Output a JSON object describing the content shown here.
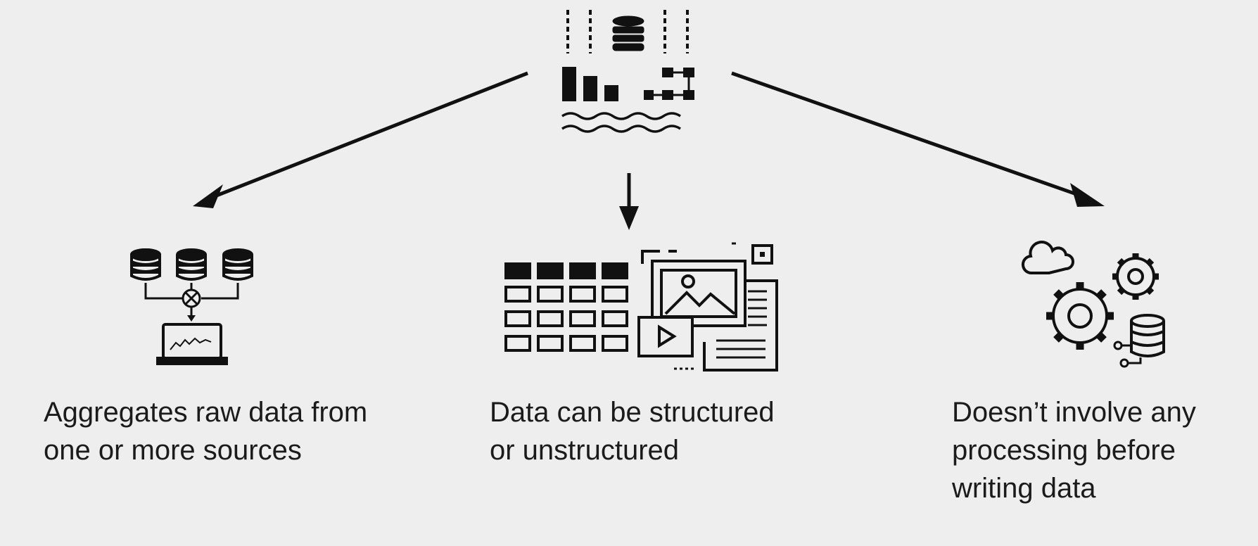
{
  "diagram": {
    "source": {
      "icon": "data-lake-icon"
    },
    "features": [
      {
        "icon": "data-aggregation-icon",
        "lines": [
          "Aggregates raw data from",
          "one or more sources"
        ]
      },
      {
        "icon": "structured-unstructured-data-icon",
        "lines": [
          "Data can be structured",
          "or unstructured"
        ]
      },
      {
        "icon": "no-processing-gears-icon",
        "lines": [
          "Doesn’t involve any",
          "processing before",
          "writing data"
        ]
      }
    ]
  },
  "colors": {
    "background": "#eeeeee",
    "ink": "#111111"
  }
}
